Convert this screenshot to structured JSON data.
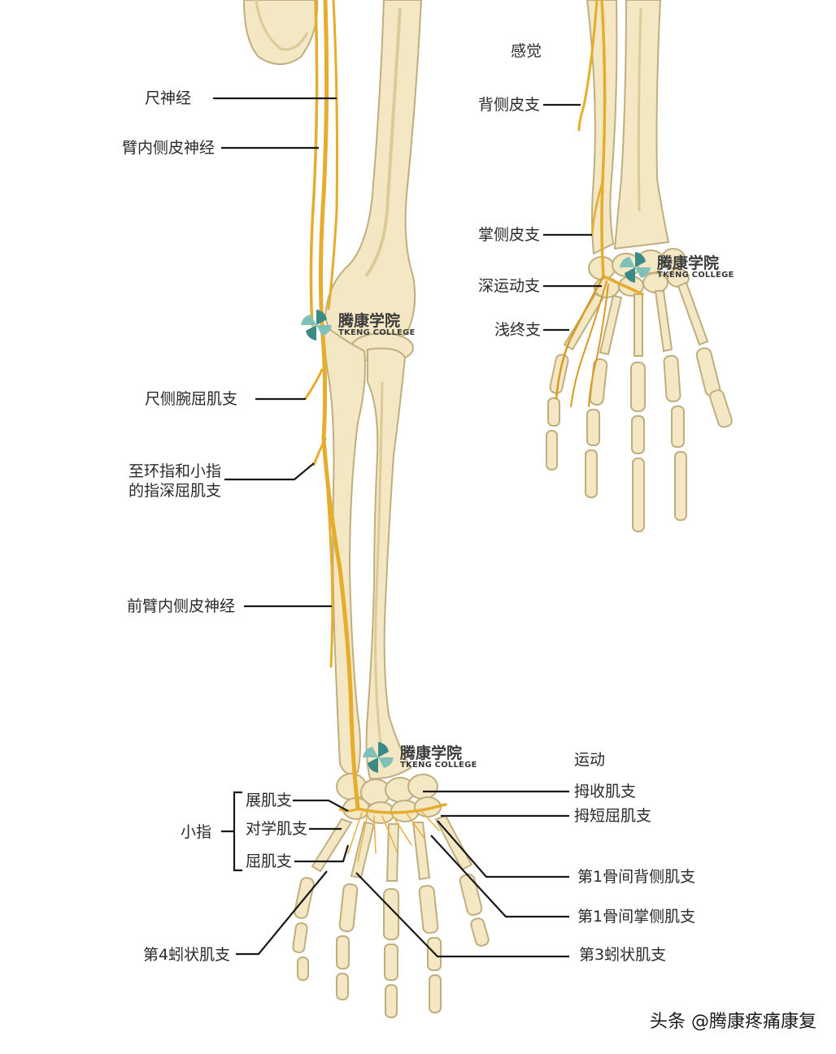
{
  "colors": {
    "bone": "#f3e7c4",
    "bone_shadow": "#dccb98",
    "bone_outline": "#bfae7e",
    "nerve": "#e6ac2b",
    "nerve_dark": "#c98a14",
    "leader": "#1a1a1a",
    "text": "#2a2a2a",
    "logo_teal": "#3a8a86"
  },
  "labels": {
    "ulnar_nerve": "尺神经",
    "medial_brachial_cutaneous": "臂内侧皮神经",
    "fcu_branch": "尺侧腕屈肌支",
    "fdp_branch_line1": "至环指和小指",
    "fdp_branch_line2": "的指深屈肌支",
    "medial_antebrachial_cutaneous": "前臂内侧皮神经",
    "sensory_heading": "感觉",
    "dorsal_cutaneous": "背侧皮支",
    "palmar_cutaneous": "掌侧皮支",
    "deep_motor": "深运动支",
    "superficial_terminal": "浅终支",
    "motor_heading": "运动",
    "adductor_pollicis": "拇收肌支",
    "fpb_branch": "拇短屈肌支",
    "first_dorsal_interosseous": "第1骨间背侧肌支",
    "first_palmar_interosseous": "第1骨间掌侧肌支",
    "third_lumbrical": "第3蚓状肌支",
    "fourth_lumbrical": "第4蚓状肌支",
    "little_finger": "小指",
    "abductor_branch": "展肌支",
    "opponens_branch": "对学肌支",
    "flexor_branch": "屈肌支"
  },
  "watermark": {
    "name_cn": "腾康学院",
    "name_en": "TKENG COLLEGE"
  },
  "credit": "头条 @腾康疼痛康复"
}
